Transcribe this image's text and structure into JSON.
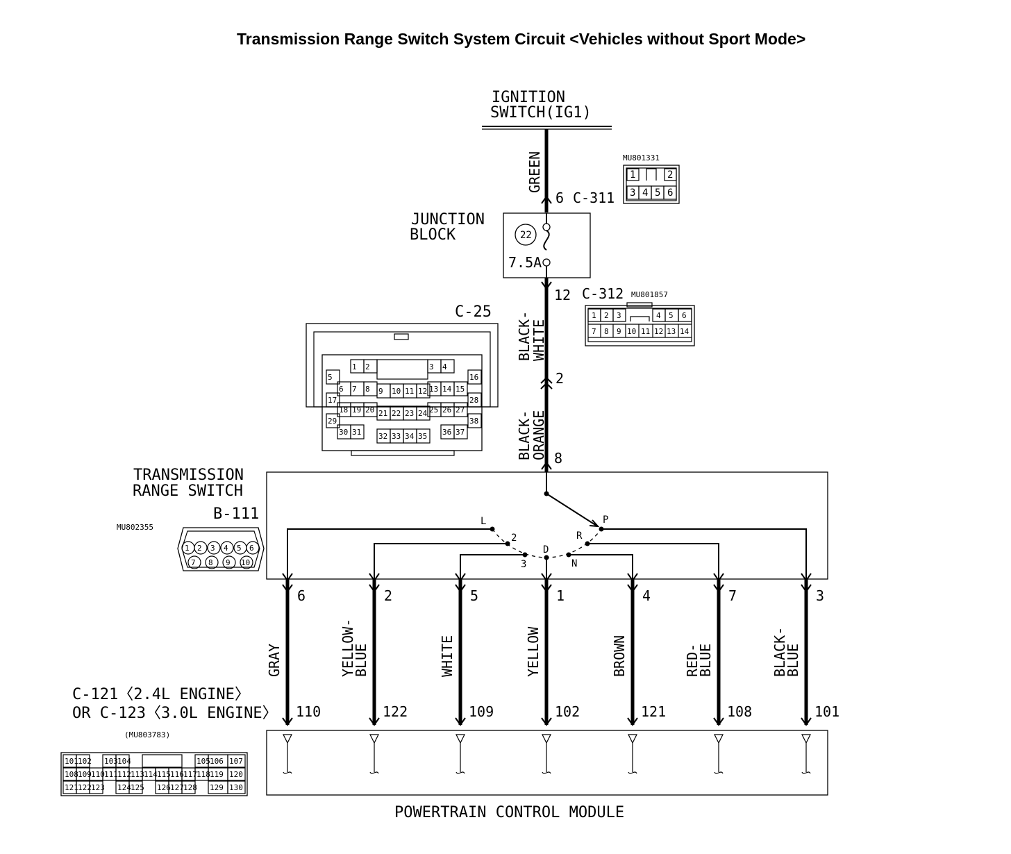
{
  "title": "Transmission Range Switch System Circuit <Vehicles without Sport Mode>",
  "ignition": {
    "line1": "IGNITION",
    "line2": "SWITCH(IG1)"
  },
  "top_wire": {
    "color": "GREEN",
    "pin": "6",
    "connector": "C-311",
    "part_no": "MU801331",
    "pins": [
      "1",
      "2",
      "3",
      "4",
      "5",
      "6"
    ]
  },
  "junction_block": {
    "line1": "JUNCTION",
    "line2": "BLOCK",
    "fuse_no": "22",
    "fuse_rating": "7.5A"
  },
  "mid_wire": {
    "upper_color_1": "BLACK-",
    "upper_color_2": "WHITE",
    "pin_top": "12",
    "connector": "C-312",
    "part_no": "MU801857",
    "pins": [
      "1",
      "2",
      "3",
      "4",
      "5",
      "6",
      "7",
      "8",
      "9",
      "10",
      "11",
      "12",
      "13",
      "14"
    ],
    "splice_pin": "2",
    "lower_color_1": "BLACK-",
    "lower_color_2": "ORANGE",
    "pin_bottom": "8"
  },
  "c25": {
    "label": "C-25",
    "pins": [
      "1",
      "2",
      "3",
      "4",
      "5",
      "6",
      "7",
      "8",
      "9",
      "10",
      "11",
      "12",
      "13",
      "14",
      "15",
      "16",
      "17",
      "18",
      "19",
      "20",
      "21",
      "22",
      "23",
      "24",
      "25",
      "26",
      "27",
      "28",
      "29",
      "30",
      "31",
      "32",
      "33",
      "34",
      "35",
      "36",
      "37",
      "38"
    ]
  },
  "trs": {
    "line1": "TRANSMISSION",
    "line2": "RANGE SWITCH",
    "connector": "B-111",
    "part_no": "MU802355",
    "pins": [
      "1",
      "2",
      "3",
      "4",
      "5",
      "6",
      "7",
      "8",
      "9",
      "10"
    ],
    "positions": [
      "L",
      "2",
      "3",
      "D",
      "N",
      "R",
      "P"
    ]
  },
  "wires": [
    {
      "pin": "6",
      "color1": "GRAY",
      "color2": "",
      "pcm_pin": "110"
    },
    {
      "pin": "2",
      "color1": "YELLOW-",
      "color2": "BLUE",
      "pcm_pin": "122"
    },
    {
      "pin": "5",
      "color1": "WHITE",
      "color2": "",
      "pcm_pin": "109"
    },
    {
      "pin": "1",
      "color1": "YELLOW",
      "color2": "",
      "pcm_pin": "102"
    },
    {
      "pin": "4",
      "color1": "BROWN",
      "color2": "",
      "pcm_pin": "121"
    },
    {
      "pin": "7",
      "color1": "RED-",
      "color2": "BLUE",
      "pcm_pin": "108"
    },
    {
      "pin": "3",
      "color1": "BLACK-",
      "color2": "BLUE",
      "pcm_pin": "101"
    }
  ],
  "pcm": {
    "connector_line1": "C-121〈2.4L ENGINE〉",
    "connector_line2": "OR C-123〈3.0L ENGINE〉",
    "part_no": "(MU803783)",
    "label": "POWERTRAIN CONTROL MODULE",
    "grid_rows": [
      [
        "101",
        "102",
        "",
        "103",
        "104",
        "",
        "",
        "",
        "",
        "",
        "105",
        "106",
        "107"
      ],
      [
        "108",
        "109",
        "110",
        "111",
        "112",
        "113",
        "114",
        "115",
        "116",
        "117",
        "118",
        "119",
        "120"
      ],
      [
        "121",
        "122",
        "123",
        "",
        "124",
        "125",
        "",
        "126",
        "127",
        "128",
        "",
        "129",
        "130"
      ]
    ]
  }
}
